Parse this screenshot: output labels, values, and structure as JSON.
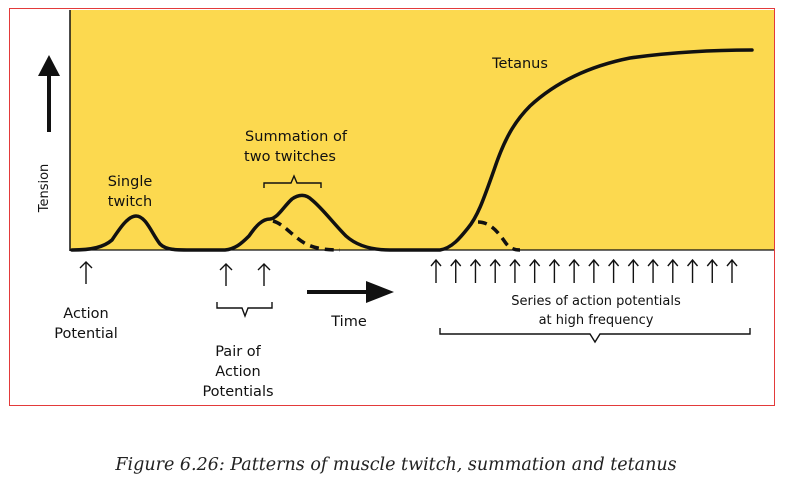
{
  "colors": {
    "plot_background": "#fcd94f",
    "frame_border": "#e33a3a",
    "curve": "#111111",
    "text": "#111111"
  },
  "labels": {
    "y_axis": "Tension",
    "single_twitch": [
      "Single",
      "twitch"
    ],
    "summation": [
      "Summation of",
      "two twitches"
    ],
    "tetanus": "Tetanus",
    "action_potential": [
      "Action",
      "Potential"
    ],
    "pair_of_action_potentials": [
      "Pair of",
      "Action",
      "Potentials"
    ],
    "time": "Time",
    "series": [
      "Series of action potentials",
      "at high frequency"
    ]
  },
  "caption": "Figure 6.26: Patterns of muscle twitch, summation and tetanus",
  "stimulus_counts": {
    "single": 1,
    "pair": 2,
    "high_frequency_series": 16
  }
}
